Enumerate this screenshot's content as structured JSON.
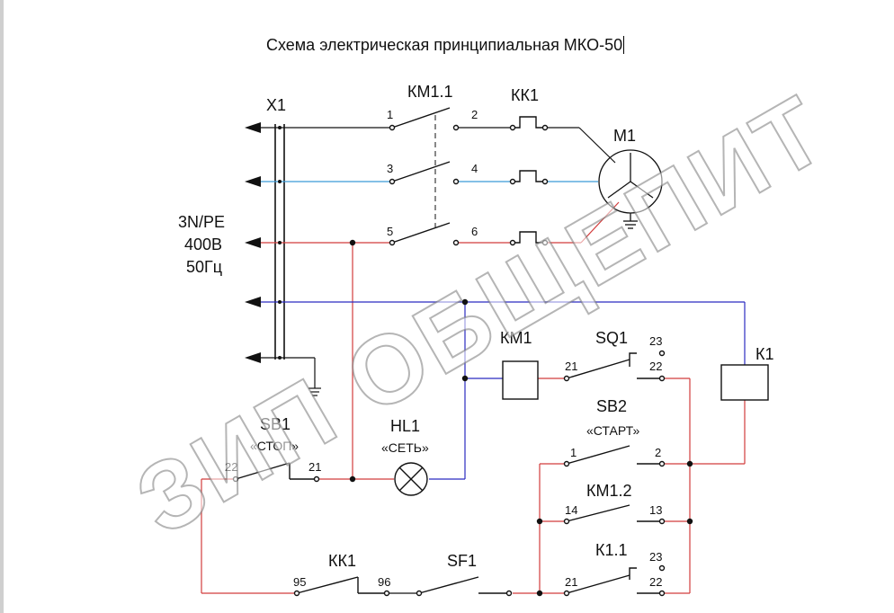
{
  "title": "Схема электрическая принципиальная МКО-50",
  "watermark": "ЗИП ОБЩЕПИТ",
  "colors": {
    "black": "#111111",
    "phase_blue": "#3b9bd8",
    "phase_red": "#d23c3c",
    "neutral": "#2b2bc0",
    "control": "#d23c3c"
  },
  "labels": {
    "x1": "X1",
    "supply_1": "3N/PE",
    "supply_2": "400В",
    "supply_3": "50Гц",
    "km11": "КМ1.1",
    "kk1_top": "КК1",
    "m1": "М1",
    "km1": "КМ1",
    "sq1": "SQ1",
    "k1": "К1",
    "sb1": "SB1",
    "stop": "«СТОП»",
    "hl1": "HL1",
    "set": "«СЕТЬ»",
    "sb2": "SB2",
    "start": "«СТАРТ»",
    "km12": "КМ1.2",
    "kk1_bot": "КК1",
    "sf1": "SF1",
    "k11": "К1.1"
  },
  "pins": {
    "p1": "1",
    "p2": "2",
    "p3": "3",
    "p4": "4",
    "p5": "5",
    "p6": "6",
    "sq21": "21",
    "sq23": "23",
    "sq22": "22",
    "sb1_22": "22",
    "sb1_21": "21",
    "sb2_1": "1",
    "sb2_2": "2",
    "km12_14": "14",
    "km12_13": "13",
    "kk95": "95",
    "kk96": "96",
    "k11_21": "21",
    "k11_23": "23",
    "k11_22": "22"
  }
}
